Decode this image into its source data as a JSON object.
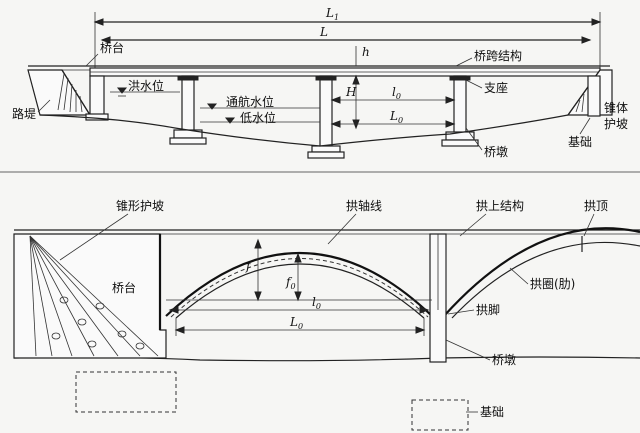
{
  "top": {
    "labels": {
      "abutment": "桥台",
      "flood_level": "洪水位",
      "nav_level": "通航水位",
      "low_level": "低水位",
      "roadbed": "路堤",
      "span_structure": "桥跨结构",
      "bearing": "支座",
      "pier": "桥墩",
      "cone_slope": "锥体",
      "cone_slope_2": "护坡",
      "foundation": "基础"
    },
    "dims": {
      "L1": "L",
      "L1_sub": "1",
      "L": "L",
      "h": "h",
      "H": "H",
      "l0": "l",
      "l0_sub": "0",
      "L0": "L",
      "L0_sub": "0"
    }
  },
  "bottom": {
    "labels": {
      "cone_slope": "锥形护坡",
      "arch_axis": "拱轴线",
      "spandrel": "拱上结构",
      "crown": "拱顶",
      "abutment": "桥台",
      "arch_ring": "拱圈(肋)",
      "springing": "拱脚",
      "pier": "桥墩",
      "foundation": "基础"
    },
    "dims": {
      "f": "f",
      "f0": "f",
      "f0_sub": "0",
      "l0": "l",
      "l0_sub": "0",
      "L0": "L",
      "L0_sub": "0"
    }
  }
}
